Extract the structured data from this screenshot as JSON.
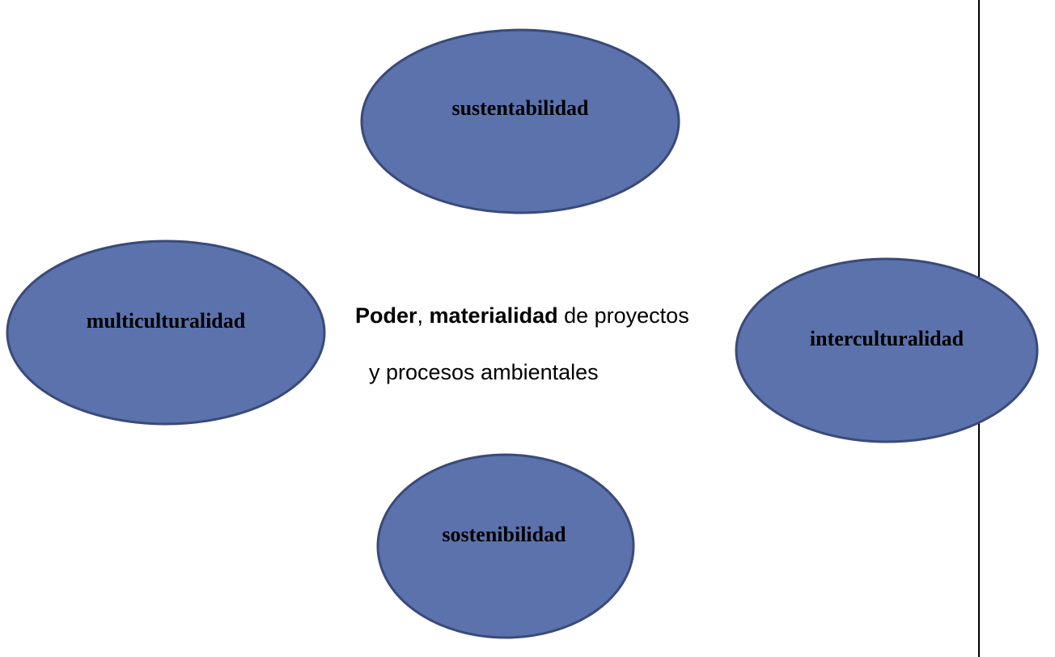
{
  "colors": {
    "node_fill": "#5b72ad",
    "node_stroke": "#3a4a78",
    "border": "#000000"
  },
  "nodes": {
    "top": {
      "label": "sustentabilidad"
    },
    "left": {
      "label": "multiculturalidad"
    },
    "right": {
      "label": "interculturalidad"
    },
    "bottom": {
      "label": "sostenibilidad"
    }
  },
  "center": {
    "line1": {
      "part1": "Poder",
      "sep1": ", ",
      "part2": "materialidad",
      "part3": " de proyectos"
    },
    "line2": "y procesos ambientales"
  }
}
